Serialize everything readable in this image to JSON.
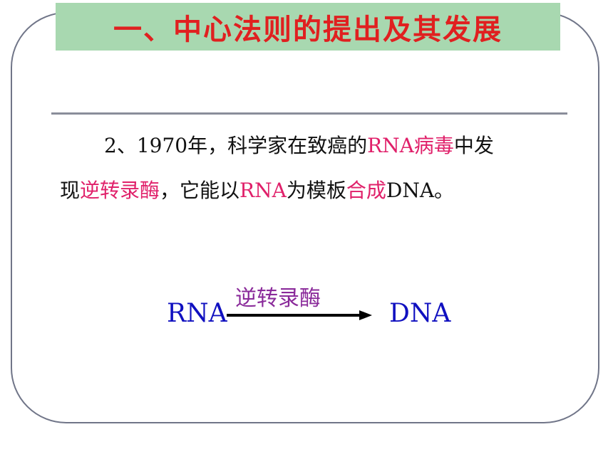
{
  "slide": {
    "title": "一、中心法则的提出及其发展",
    "paragraph": {
      "line1": [
        {
          "text": "2、1970年，科学家在致癌的",
          "style": "normal"
        },
        {
          "text": "RNA病毒",
          "style": "highlight"
        },
        {
          "text": "中发",
          "style": "normal"
        }
      ],
      "line2": [
        {
          "text": "现",
          "style": "normal"
        },
        {
          "text": "逆转录酶",
          "style": "highlight"
        },
        {
          "text": "，它能以",
          "style": "normal"
        },
        {
          "text": "RNA",
          "style": "highlight"
        },
        {
          "text": "为模板",
          "style": "normal"
        },
        {
          "text": "合成",
          "style": "highlight"
        },
        {
          "text": "DNA。",
          "style": "normal"
        }
      ]
    },
    "diagram": {
      "source": "RNA",
      "target": "DNA",
      "enzyme": "逆转录酶"
    },
    "colors": {
      "title": "#e02020",
      "title_bg": "#a8d8b0",
      "highlight": "#e0206a",
      "diagram_nodes": "#1010c0",
      "diagram_label": "#8a2a9a"
    }
  }
}
